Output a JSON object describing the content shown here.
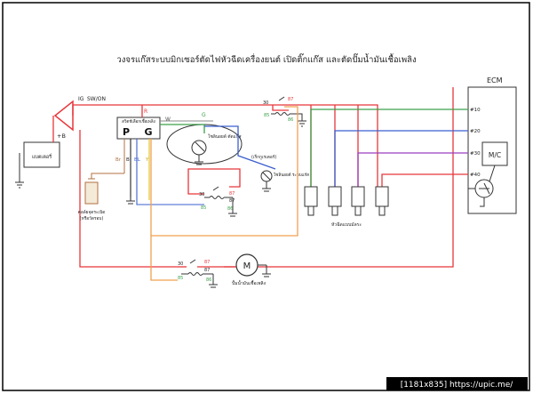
{
  "title": "วงจรแก๊สระบบมิกเซอร์ตัดไฟหัวฉีดเครื่องยนต์ เปิดติ๊กแก๊ส และตัดปั๊มน้ำมันเชื้อเพลิง",
  "labels": {
    "ecm": "ECM",
    "ig": "IG",
    "sw_on": "SW/ON",
    "battery": "แบตเตอรี่",
    "plus_b": "+B",
    "selector": "สวิตช์เลือกเชื้อเพลิง",
    "p": "P",
    "g": "G",
    "wire_r": "R",
    "wire_g": "G",
    "wire_w": "W",
    "wire_br": "Br",
    "wire_b": "B",
    "wire_bl": "BL",
    "wire_y": "Y",
    "solenoid_valve": "โซลินอยด์ ตัดแก๊ส",
    "reducer": "(เร็กกูเรเตอร์)",
    "reducer_solenoid": "โซลินอยด์ ระบบแก๊ส",
    "coil": "คอล์ยจุดระเบิด",
    "coil_sub": "(หรือวัดรอบ)",
    "injectors": "หัวฉีดแบบมัลระ",
    "fuel_pump": "ปั้มน้ำมันเชื้อเพลิง",
    "mc": "M/C",
    "motor": "M",
    "ecm_pin_10": "#10",
    "ecm_pin_20": "#20",
    "ecm_pin_30": "#30",
    "ecm_pin_40": "#40",
    "relay_30": "30",
    "relay_85": "85",
    "relay_86": "86",
    "relay_87": "87",
    "watermark": "[1181x835] https://upic.me/"
  },
  "colors": {
    "red": "#e8363a",
    "green": "#3aa04a",
    "blue": "#3b5fcf",
    "purple": "#9a3fbf",
    "orange": "#f0a050",
    "black": "#222222",
    "gray": "#888888"
  }
}
